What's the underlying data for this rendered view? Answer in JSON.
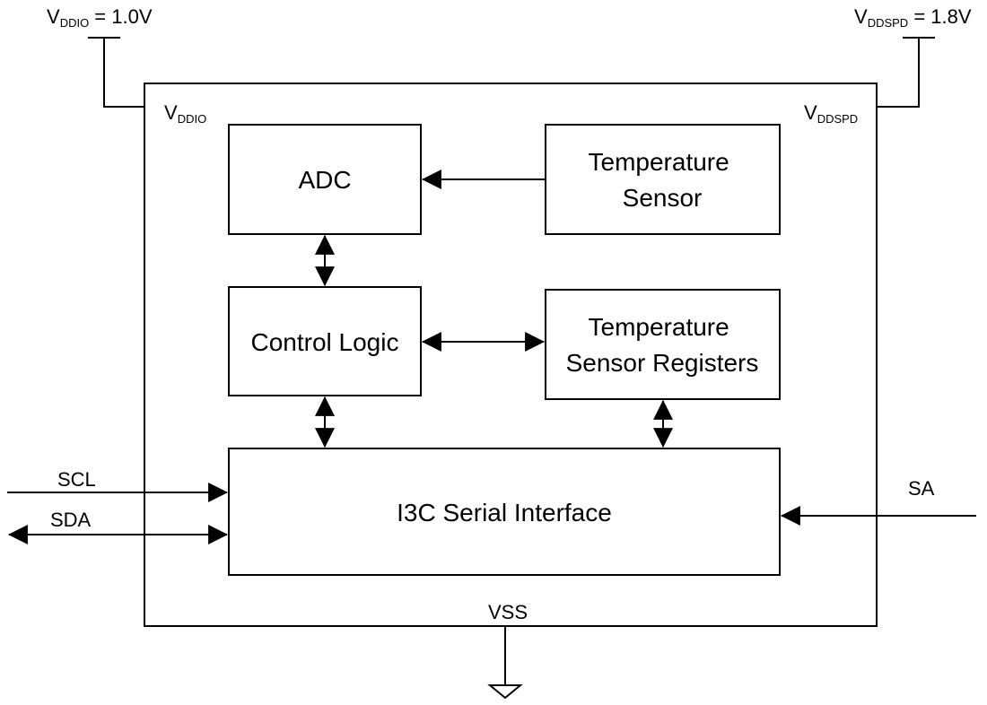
{
  "supplies": {
    "vddio_top": {
      "main": "V",
      "sub": "DDIO",
      "rest": " = 1.0V"
    },
    "vddspd_top": {
      "main": "V",
      "sub": "DDSPD",
      "rest": " = 1.8V"
    },
    "vddio_inner": {
      "main": "V",
      "sub": "DDIO"
    },
    "vddspd_inner": {
      "main": "V",
      "sub": "DDSPD"
    },
    "vss": "VSS"
  },
  "blocks": {
    "adc": [
      "ADC"
    ],
    "temp_sensor": [
      "Temperature",
      "Sensor"
    ],
    "control_logic": [
      "Control Logic"
    ],
    "temp_registers": [
      "Temperature",
      "Sensor Registers"
    ],
    "i3c": [
      "I3C Serial Interface"
    ]
  },
  "pins": {
    "scl": "SCL",
    "sda": "SDA",
    "sa": "SA"
  }
}
